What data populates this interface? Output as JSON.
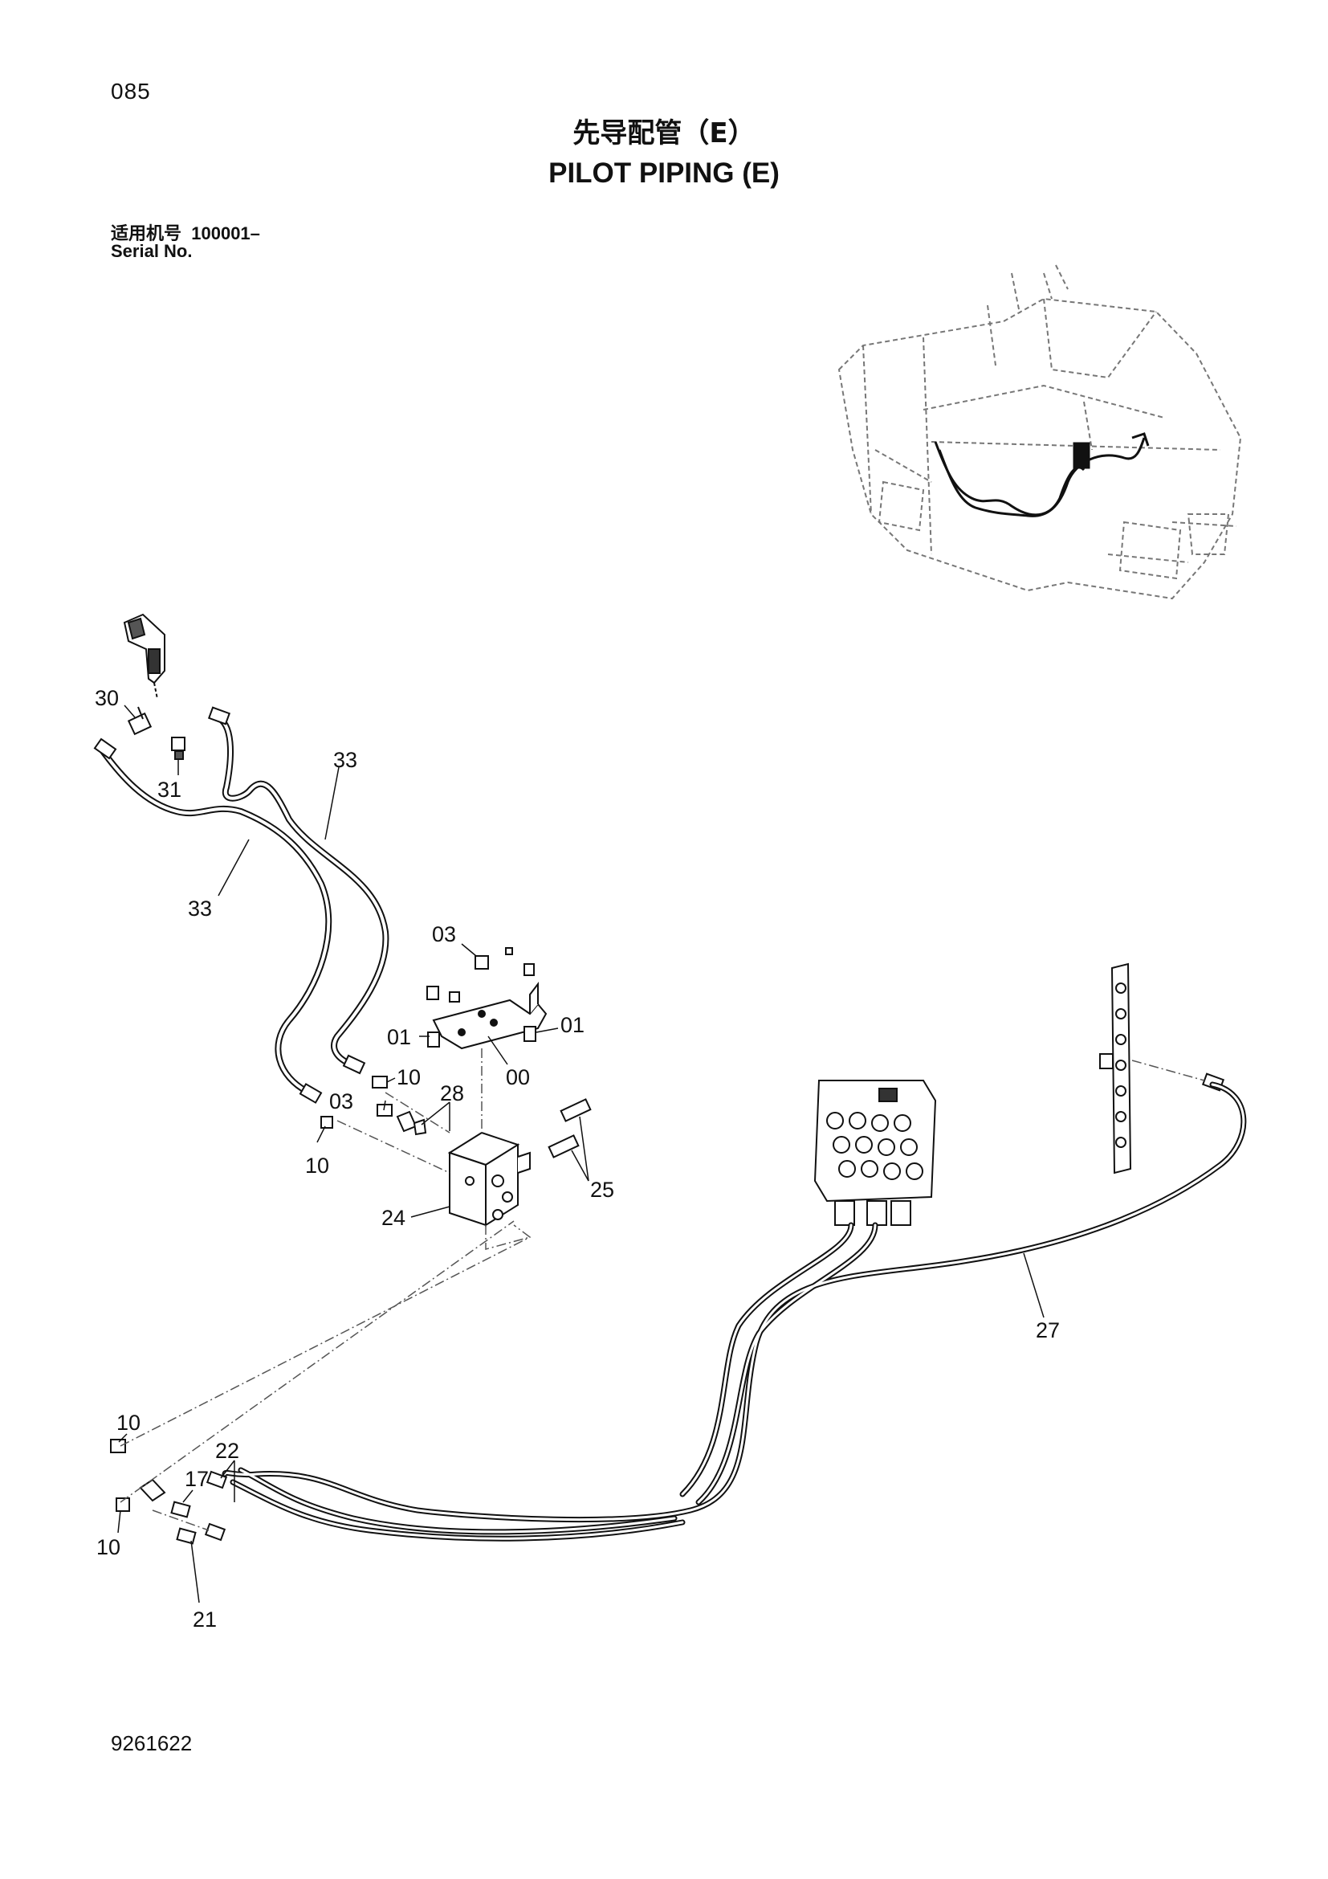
{
  "page_number": "085",
  "title_cn": "先导配管（E）",
  "title_en": "PILOT PIPING (E)",
  "serial": {
    "label_cn": "适用机号",
    "range": "100001–",
    "label_en": "Serial No."
  },
  "callouts": {
    "c30": "30",
    "c31": "31",
    "c33a": "33",
    "c33b": "33",
    "c03a": "03",
    "c01a": "01",
    "c01b": "01",
    "c00": "00",
    "c10a": "10",
    "c03b": "03",
    "c28": "28",
    "c10b": "10",
    "c25": "25",
    "c24": "24",
    "c27": "27",
    "c10c": "10",
    "c22": "22",
    "c17": "17",
    "c10d": "10",
    "c21": "21"
  },
  "document_number": "9261622"
}
